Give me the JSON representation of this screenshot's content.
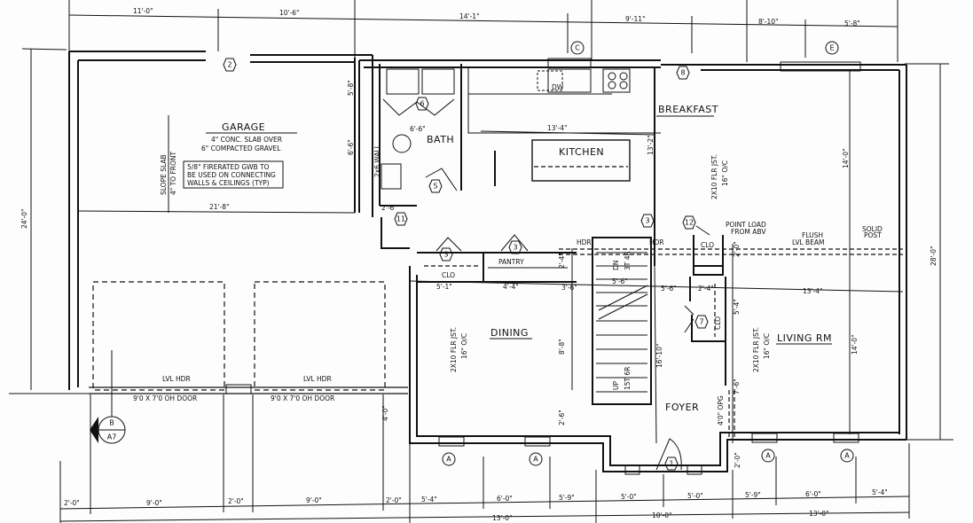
{
  "rooms": {
    "garage": "GARAGE",
    "bath": "BATH",
    "kitchen": "KITCHEN",
    "breakfast": "BREAKFAST",
    "dining": "DINING",
    "living": "LIVING RM",
    "foyer": "FOYER",
    "pantry": "PANTRY",
    "clo1": "CLO",
    "clo2": "CLO",
    "clo3": "CLO"
  },
  "notes": {
    "garage_slab_1": "4\" CONC. SLAB OVER",
    "garage_slab_2": "6\" COMPACTED GRAVEL",
    "firerated_1": "5/8\" FIRERATED GWB TO",
    "firerated_2": "BE USED ON CONNECTING",
    "firerated_3": "WALLS & CEILINGS (TYP)",
    "slope_1": "SLOPE SLAB",
    "slope_2": "4\" TO FRONT",
    "joist_a": "2X10 FLR JST.",
    "joist_b": "16\" O/C",
    "point_load_1": "POINT LOAD",
    "point_load_2": "FROM ABV",
    "flush_1": "FLUSH",
    "flush_2": "LVL BEAM",
    "solid_1": "SOLID",
    "solid_2": "POST",
    "lvl_hdr": "LVL HDR",
    "oh_door": "9'0 X 7'0 OH DOOR",
    "hdr": "HDR",
    "dw": "DW",
    "half_wall": "2x6 WALL",
    "stair_up": "UP",
    "stair_up_count": "15T 6R",
    "stair_dn": "DN",
    "stair_dn_count": "3T 4R",
    "opening": "4'0\" OPG"
  },
  "dimensions": {
    "top": [
      "11'-0\"",
      "10'-6\"",
      "14'-1\"",
      "9'-11\"",
      "8'-10\"",
      "5'-8\""
    ],
    "bottom_row1": [
      "2'-0\"",
      "9'-0\"",
      "2'-0\"",
      "9'-0\"",
      "2'-0\"",
      "5'-4\"",
      "6'-0\"",
      "5'-9\"",
      "5'-0\"",
      "5'-0\"",
      "5'-9\"",
      "6'-0\"",
      "5'-4\""
    ],
    "bottom_row2": [
      "13'-0\"",
      "10'-0\"",
      "13'-0\""
    ],
    "left_overall": "24'-0\"",
    "right_overall": "28'-0\"",
    "interior": {
      "laundry_h": "5'-8\"",
      "bath_h": "6'-6\"",
      "bath_w": "6'-6\"",
      "garage_w": "21'-8\"",
      "hall_w": "2'-6\"",
      "kitchen_w": "13'-4\"",
      "kitchen_h": "13'-2\"",
      "breakfast_h": "14'-0\"",
      "clo_w": "5'-1\"",
      "pantry_w": "4'-4\"",
      "stair_w": "5'-6\"",
      "left_3_6": "3'-6\"",
      "right_5_6": "5'-6\"",
      "clo_2_4": "2'-4\"",
      "hall_2_4": "2'-4\"",
      "clo_2_0": "2'-0\"",
      "living_w": "13'-4\"",
      "living_h": "14'-0\"",
      "dining_h": "8'-8\"",
      "dining_2_6": "2'-6\"",
      "stair_h": "16'-10\"",
      "liv_5_4": "5'-4\"",
      "liv_7_6": "7'-6\"",
      "garage_4_0": "4'-0\"",
      "foyer_2_0": "2'-0\""
    }
  },
  "tags": {
    "window_a": "A",
    "window_c": "C",
    "window_e": "E",
    "door_1": "1",
    "door_2": "2",
    "door_3": "3",
    "door_5": "5",
    "door_6": "6",
    "door_7": "7",
    "door_8": "8",
    "door_11": "11",
    "door_12": "12",
    "section_b": "B",
    "section_sheet": "A7"
  }
}
